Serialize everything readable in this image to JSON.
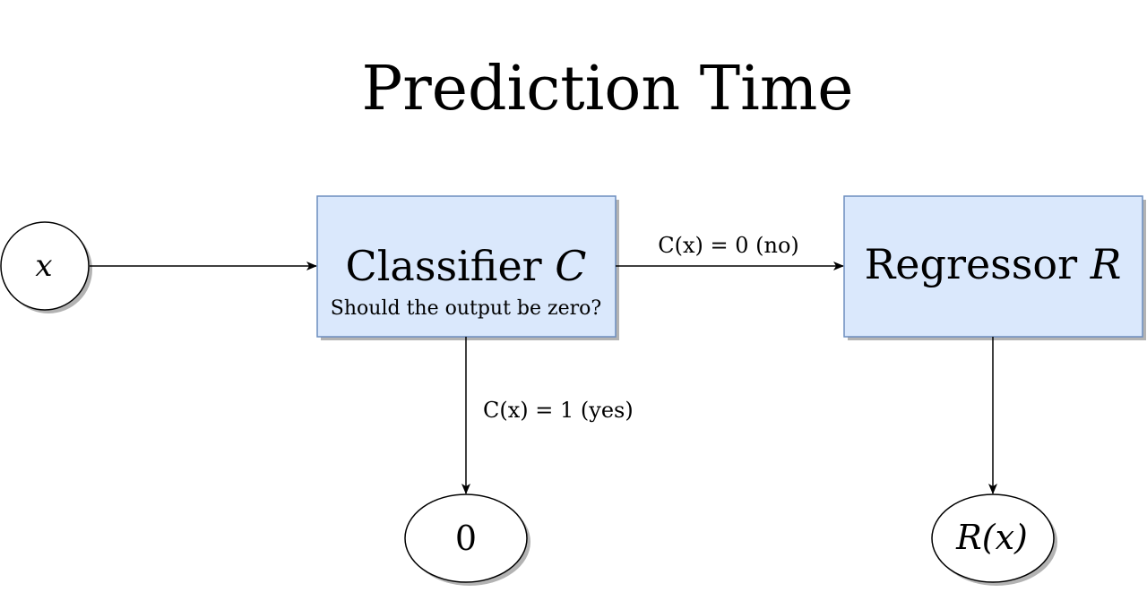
{
  "title": "Prediction Time",
  "nodes": {
    "input": {
      "label": "x"
    },
    "classifier": {
      "label_text": "Classifier",
      "label_symbol": "C",
      "subtitle": "Should the output be zero?"
    },
    "regressor": {
      "label_text": "Regressor",
      "label_symbol": "R"
    },
    "zero_output": {
      "label": "0"
    },
    "regressor_output": {
      "label": "R(x)"
    }
  },
  "edges": {
    "classifier_to_regressor": {
      "label": "C(x) = 0 (no)"
    },
    "classifier_to_zero": {
      "label": "C(x) = 1 (yes)"
    }
  },
  "colors": {
    "box_fill": "#dae8fc",
    "box_stroke": "#6c8ebf",
    "shadow": "#b3b3b3",
    "line": "#000000"
  }
}
